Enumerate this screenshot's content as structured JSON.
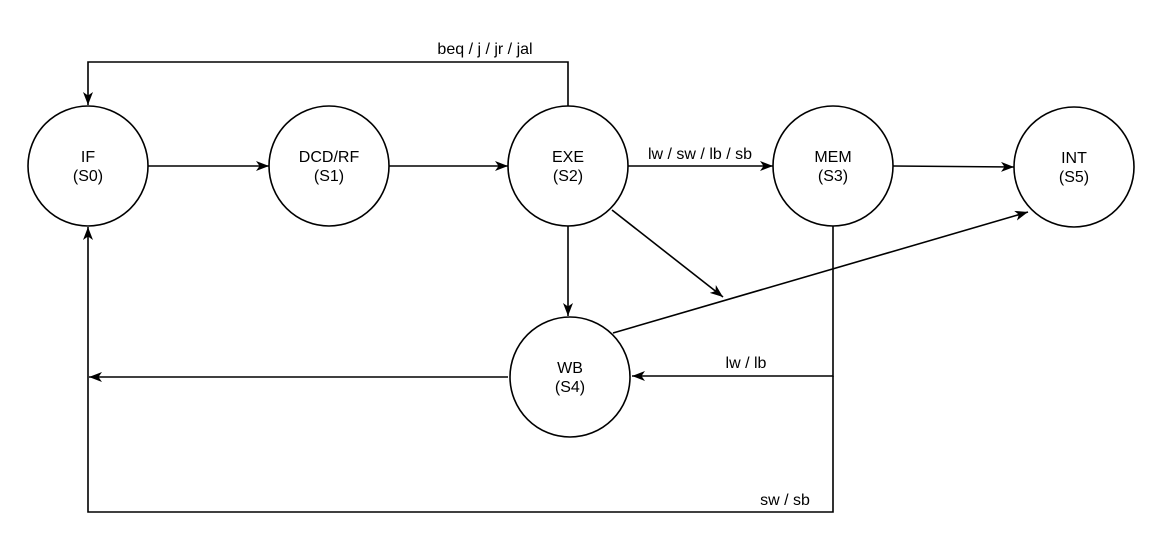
{
  "diagram": {
    "kind": "finite-state-machine",
    "background_color": "#ffffff",
    "line_color": "#000000",
    "text_color": "#000000",
    "nodes": [
      {
        "label": "IF",
        "sublabel": "(S0)"
      },
      {
        "label": "DCD/RF",
        "sublabel": "(S1)"
      },
      {
        "label": "EXE",
        "sublabel": "(S2)"
      },
      {
        "label": "MEM",
        "sublabel": "(S3)"
      },
      {
        "label": "WB",
        "sublabel": "(S4)"
      },
      {
        "label": "INT",
        "sublabel": "(S5)"
      }
    ],
    "edges": [
      {
        "from": "IF (S0)",
        "to": "DCD/RF (S1)",
        "label": ""
      },
      {
        "from": "DCD/RF (S1)",
        "to": "EXE (S2)",
        "label": ""
      },
      {
        "from": "EXE (S2)",
        "to": "MEM (S3)",
        "label": "lw / sw / lb / sb"
      },
      {
        "from": "MEM (S3)",
        "to": "INT (S5)",
        "label": ""
      },
      {
        "from": "EXE (S2)",
        "to": "IF (S0)",
        "label": "beq / j / jr / jal"
      },
      {
        "from": "EXE (S2)",
        "to": "WB (S4)",
        "label": ""
      },
      {
        "from": "EXE (S2)",
        "to": "junction on WB-INT edge",
        "label": ""
      },
      {
        "from": "WB (S4)",
        "to": "INT (S5)",
        "label": ""
      },
      {
        "from": "MEM (S3)",
        "to": "WB (S4)",
        "label": "lw / lb"
      },
      {
        "from": "MEM (S3)",
        "to": "IF (S0)",
        "label": "sw / sb"
      },
      {
        "from": "WB (S4)",
        "to": "IF (S0)",
        "label": ""
      }
    ]
  }
}
